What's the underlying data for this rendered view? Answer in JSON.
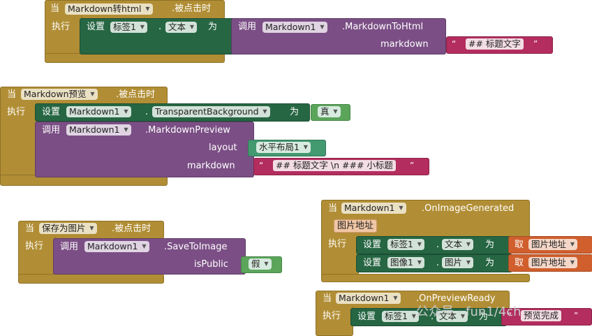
{
  "b1": {
    "when": "当",
    "component": "Markdown转html",
    "event": ".被点击时",
    "do": "执行",
    "set": "设置",
    "target": "标签1",
    "dot": ".",
    "prop": "文本",
    "to": "为",
    "call": "调用",
    "call_comp": "Markdown1",
    "method": ".MarkdownToHtml",
    "arg_label": "markdown",
    "text": "## 标题文字"
  },
  "b2": {
    "when": "当",
    "component": "Markdown预览",
    "event": ".被点击时",
    "do": "执行",
    "set": "设置",
    "set_comp": "Markdown1",
    "dot": ".",
    "set_prop": "TransparentBackground",
    "to": "为",
    "bool": "真",
    "call": "调用",
    "call_comp": "Markdown1",
    "method": ".MarkdownPreview",
    "arg1_label": "layout",
    "arg1_value": "水平布局1",
    "arg2_label": "markdown",
    "arg2_text": "## 标题文字 \\n ### 小标题"
  },
  "b3": {
    "when": "当",
    "component": "保存为图片",
    "event": ".被点击时",
    "do": "执行",
    "call": "调用",
    "call_comp": "Markdown1",
    "method": ".SaveToImage",
    "arg_label": "isPublic",
    "bool": "假"
  },
  "b4": {
    "when": "当",
    "component": "Markdown1",
    "event": ".OnImageGenerated",
    "param": "图片地址",
    "do": "执行",
    "set1": "设置",
    "set1_comp": "标签1",
    "dot": ".",
    "set1_prop": "文本",
    "to": "为",
    "get1": "取",
    "get1_var": "图片地址",
    "set2": "设置",
    "set2_comp": "图像1",
    "set2_prop": "图片",
    "get2": "取",
    "get2_var": "图片地址"
  },
  "b5": {
    "when": "当",
    "component": "Markdown1",
    "event": ".OnPreviewReady",
    "do": "执行",
    "set": "设置",
    "set_comp": "标签1",
    "dot": ".",
    "set_prop": "文本",
    "to": "为",
    "text": "预览完成"
  },
  "watermark": "公众号 · fun1/4ch",
  "colors": {
    "event": "#b18e35",
    "setter": "#266643",
    "call": "#7b4f85",
    "text": "#b32d5e",
    "logic": "#5ba55b",
    "component": "#439970",
    "variable": "#d05f2d"
  }
}
